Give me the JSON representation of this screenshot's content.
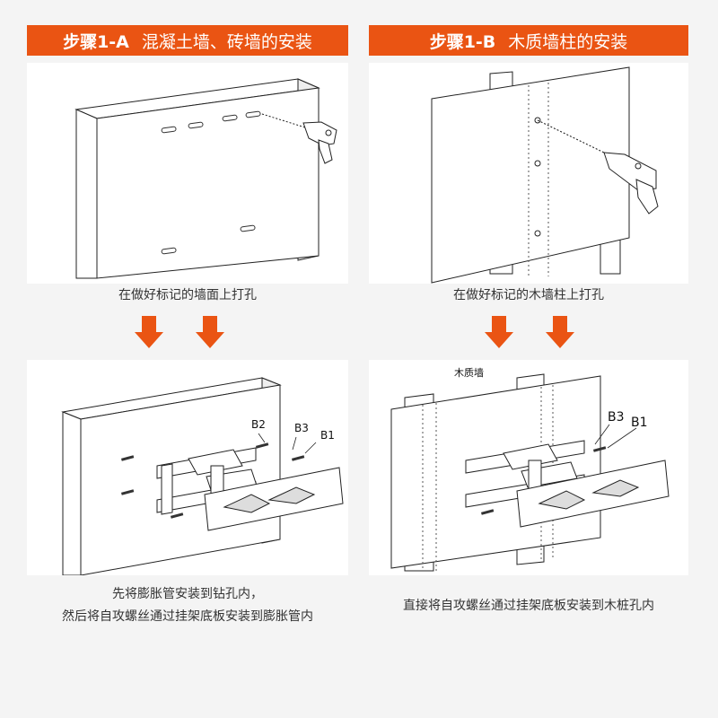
{
  "left": {
    "step": "步骤1-A",
    "title": "混凝土墙、砖墙的安装",
    "caption_top": "在做好标记的墙面上打孔",
    "caption_bottom_1": "先将膨胀管安装到钻孔内，",
    "caption_bottom_2": "然后将自攻螺丝通过挂架底板安装到膨胀管内",
    "labels": {
      "b2": "B2",
      "b3": "B3",
      "b1": "B1"
    }
  },
  "right": {
    "step": "步骤1-B",
    "title": "木质墙柱的安装",
    "caption_top": "在做好标记的木墙柱上打孔",
    "caption_bottom": "直接将自攻螺丝通过挂架底板安装到木桩孔内",
    "wall_label": "木质墙",
    "labels": {
      "b3": "B3",
      "b1": "B1"
    }
  },
  "colors": {
    "accent": "#ea5413",
    "panel": "#ffffff",
    "background": "#f4f4f4"
  },
  "icons": [
    "down-arrow-icon",
    "drill-icon",
    "screw-icon"
  ]
}
